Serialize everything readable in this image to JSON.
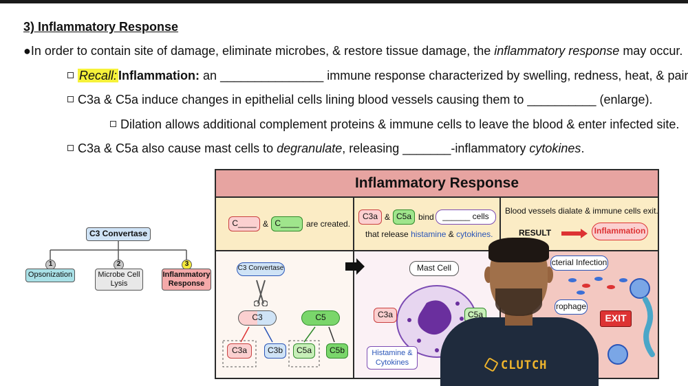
{
  "notes": {
    "heading": "3) Inflammatory Response",
    "bullet1": {
      "marker": "●",
      "pre": "In order to contain site of damage, eliminate microbes, & restore tissue damage, the ",
      "em": "inflammatory response",
      "post": " may occur."
    },
    "item_recall": {
      "recall": "Recall:",
      "bold": "Inflammation:",
      "text": " an _______________ immune response characterized by swelling, redness, heat, & pain."
    },
    "item_dilate": "C3a & C5a induce changes in epithelial cells lining blood vessels causing them to __________ (enlarge).",
    "item_sub": "Dilation allows additional complement proteins & immune cells to leave the blood & enter infected site.",
    "item_mast": {
      "pre": "C3a & C5a also cause mast cells to ",
      "em1": "degranulate",
      "mid": ", releasing _______-inflammatory ",
      "em2": "cytokines",
      "post": "."
    }
  },
  "tree": {
    "root": "C3 Convertase",
    "nodes": [
      {
        "num": "1",
        "label": "Opsonization"
      },
      {
        "num": "2",
        "label": "Microbe Cell Lysis"
      },
      {
        "num": "3",
        "label": "Inflammatory Response"
      }
    ]
  },
  "figure": {
    "title": "Inflammatory Response",
    "panel1": {
      "c1": "C____",
      "amp": "&",
      "c2": "C____",
      "text": "are created."
    },
    "panel2": {
      "c3a": "C3a",
      "amp": "&",
      "c5a": "C5a",
      "bind": "bind",
      "cells": "______ cells",
      "release": "that release",
      "histamine": "histamine",
      "and": "&",
      "cytokines": "cytokines."
    },
    "panel3": {
      "text": "Blood vessels dialate & immune cells exit.",
      "result": "RESULT",
      "outcome": "Inflammation"
    },
    "bottom1": {
      "convertase": "C3 Convertase",
      "c3": "C3",
      "c5": "C5",
      "c3a": "C3a",
      "c3b": "C3b",
      "c5a": "C5a",
      "c5b": "C5b"
    },
    "bottom2": {
      "mast": "Mast Cell",
      "c3a": "C3a",
      "c5a": "C5a",
      "histamine_box": "Histamine & Cytokines"
    },
    "bottom3": {
      "infection": "cterial Infection",
      "macrophage": "rophage",
      "exit": "EXIT"
    }
  },
  "presenter": {
    "logo": "CLUTCH"
  },
  "colors": {
    "highlight": "#f6f23a",
    "title_band": "#e7a4a1",
    "panel_top": "#fbecc5",
    "green": "#7ad66b",
    "pink": "#f4a9a9"
  }
}
